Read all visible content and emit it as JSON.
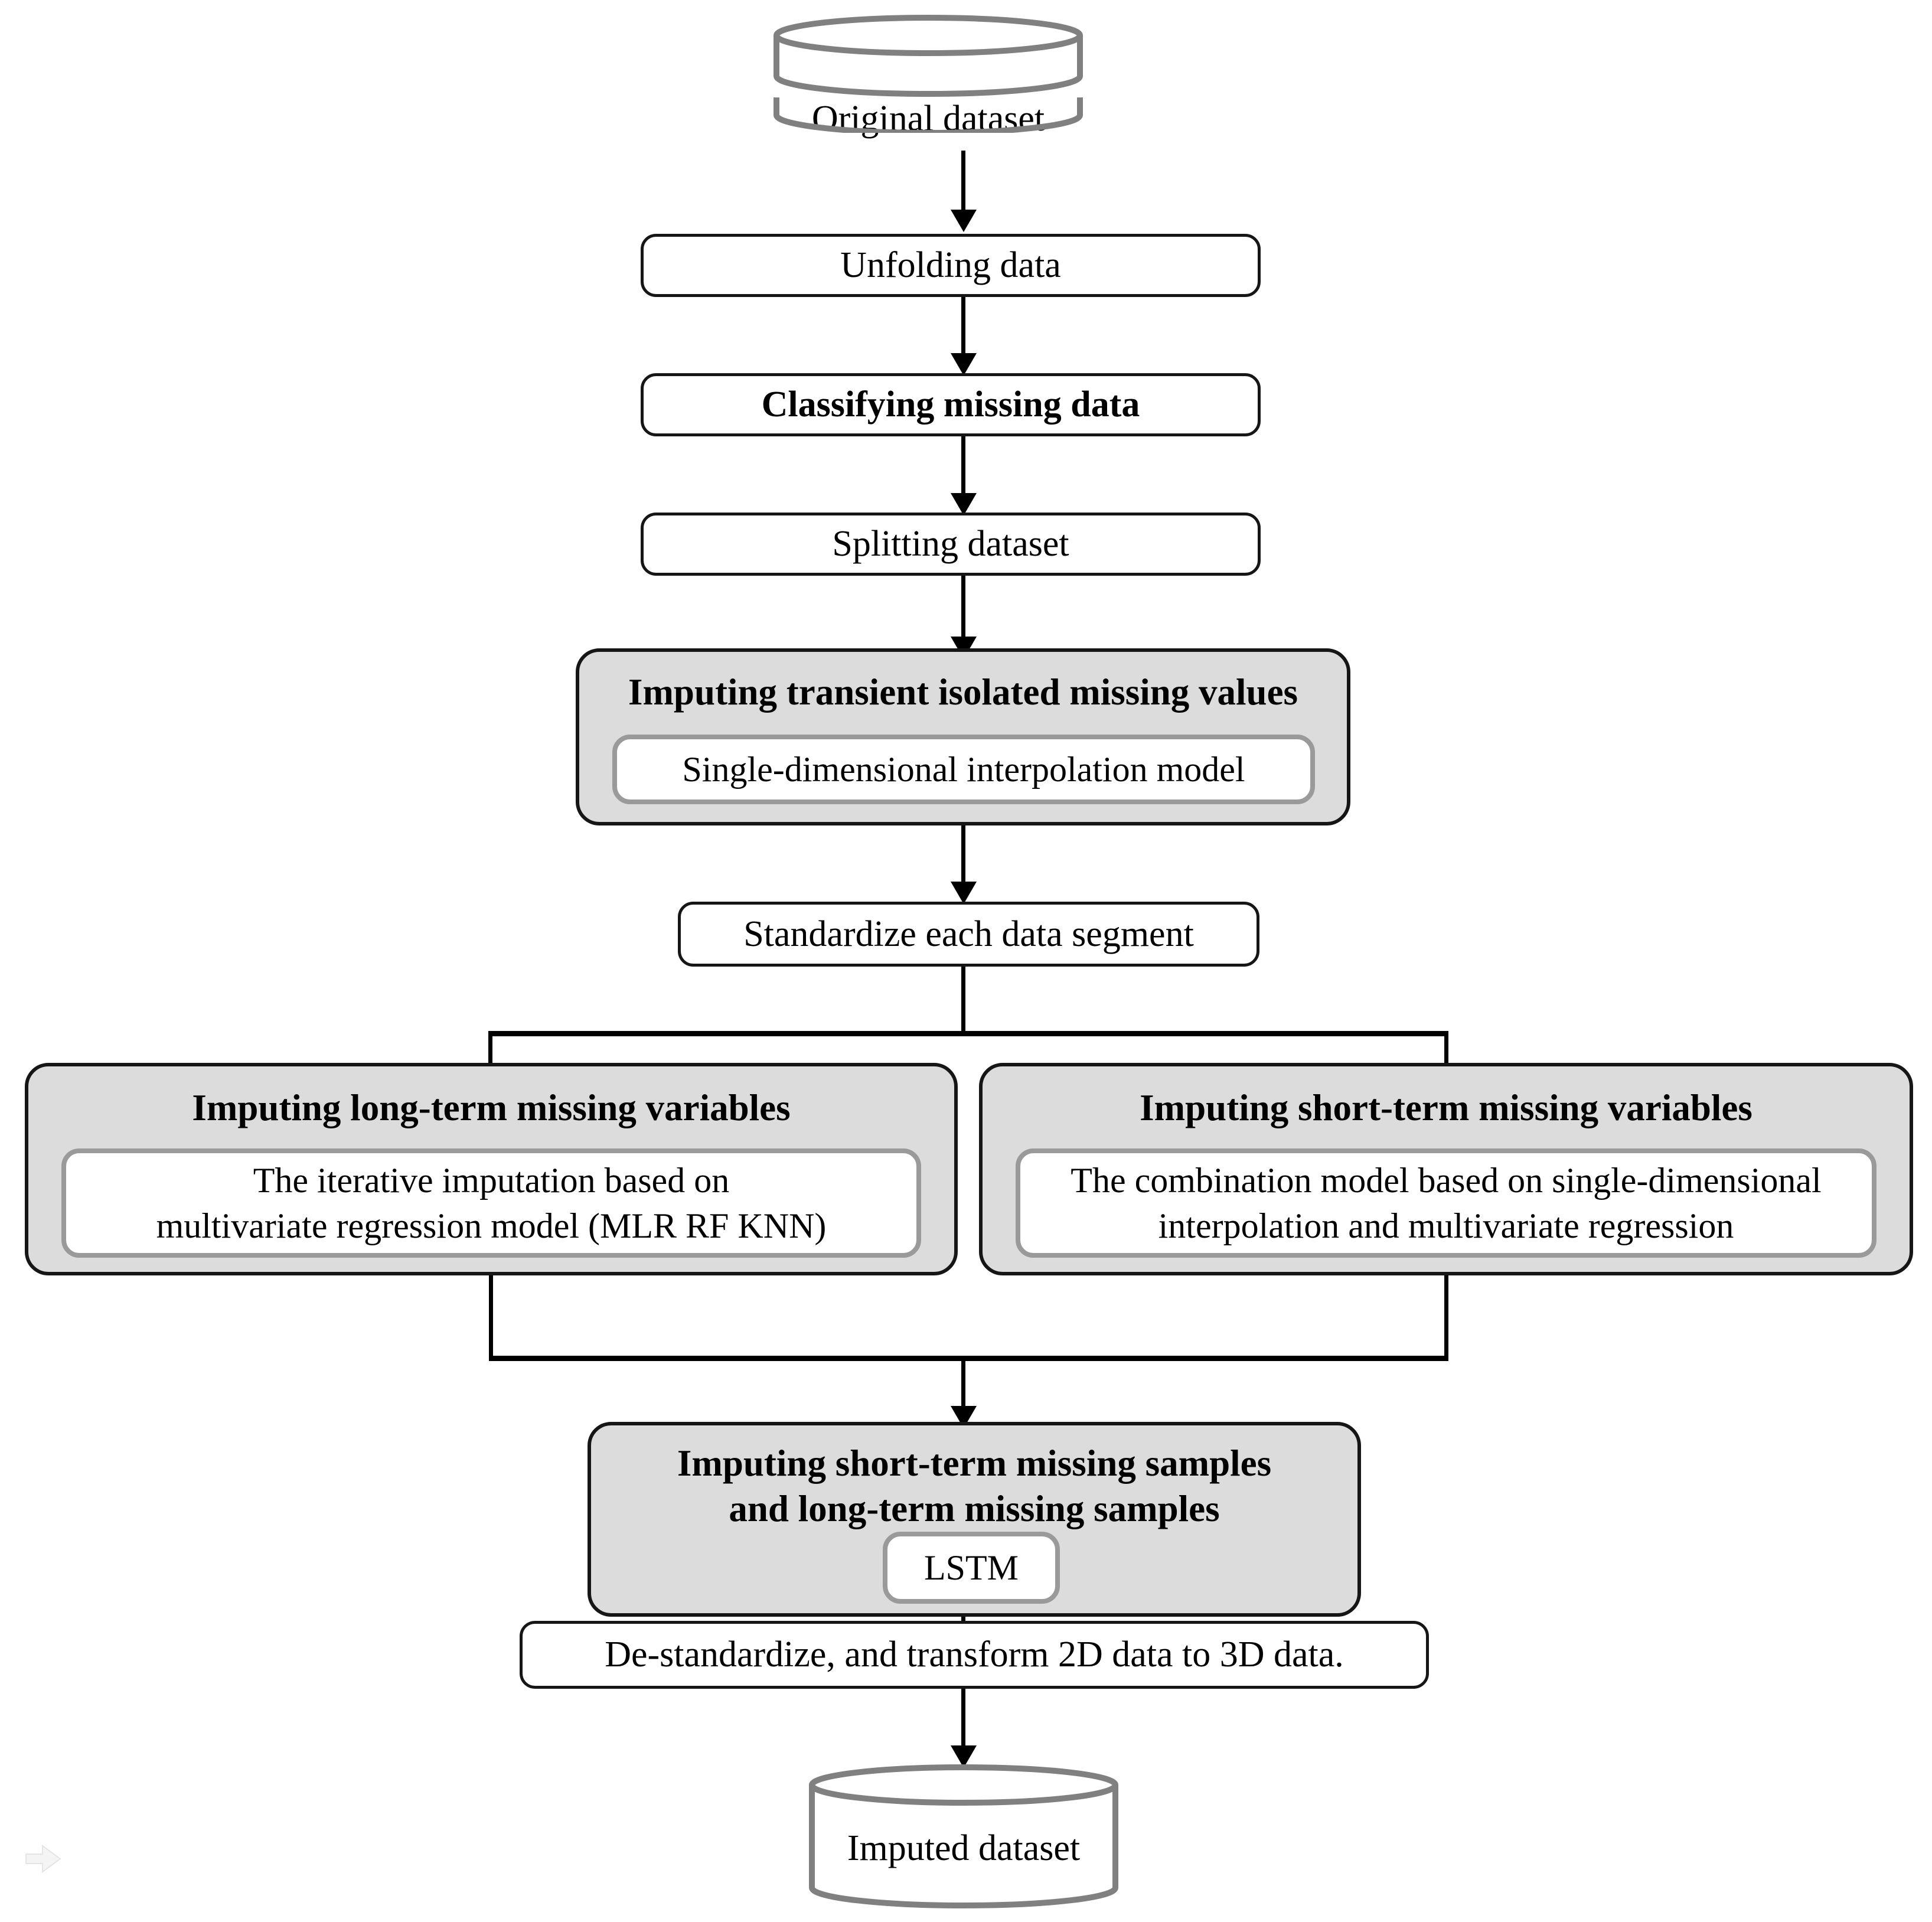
{
  "diagram": {
    "title": "Missing data imputation workflow",
    "type": "flowchart",
    "colors": {
      "group_fill": "#dcdcdc",
      "group_border": "#161616",
      "inner_border": "#9a9a9a",
      "cylinder_stroke": "#808080",
      "box_border": "#161616",
      "connector": "#000000",
      "background": "#ffffff"
    }
  },
  "nodes": {
    "original_dataset": {
      "label": "Original dataset",
      "shape": "cylinder"
    },
    "unfolding": {
      "label": "Unfolding data",
      "shape": "process"
    },
    "classifying": {
      "label": "Classifying missing data",
      "shape": "process",
      "bold": true
    },
    "splitting": {
      "label": "Splitting dataset",
      "shape": "process"
    },
    "transient_group": {
      "title": "Imputing transient isolated missing values",
      "inner": "Single-dimensional interpolation model"
    },
    "standardize": {
      "label": "Standardize each data segment",
      "shape": "process"
    },
    "long_term_group": {
      "title": "Imputing long-term missing variables",
      "inner": "The iterative imputation based on\nmultivariate regression model (MLR  RF  KNN)"
    },
    "short_term_group": {
      "title": "Imputing short-term missing variables",
      "inner": "The combination model based on single-dimensional\ninterpolation and multivariate regression"
    },
    "samples_group": {
      "title": "Imputing short-term missing samples\nand long-term missing samples",
      "inner": "LSTM"
    },
    "destandardize": {
      "label": "De-standardize, and transform 2D data to 3D data.",
      "shape": "process"
    },
    "imputed_dataset": {
      "label": "Imputed dataset",
      "shape": "cylinder"
    }
  },
  "edges": [
    {
      "from": "original_dataset",
      "to": "unfolding"
    },
    {
      "from": "unfolding",
      "to": "classifying"
    },
    {
      "from": "classifying",
      "to": "splitting"
    },
    {
      "from": "splitting",
      "to": "transient_group"
    },
    {
      "from": "transient_group",
      "to": "standardize"
    },
    {
      "from": "standardize",
      "to": "long_term_group"
    },
    {
      "from": "standardize",
      "to": "short_term_group"
    },
    {
      "from": "long_term_group",
      "to": "samples_group"
    },
    {
      "from": "short_term_group",
      "to": "samples_group"
    },
    {
      "from": "samples_group",
      "to": "destandardize"
    },
    {
      "from": "destandardize",
      "to": "imputed_dataset"
    }
  ],
  "overlay": {
    "cursor": "right-arrow-cursor"
  }
}
